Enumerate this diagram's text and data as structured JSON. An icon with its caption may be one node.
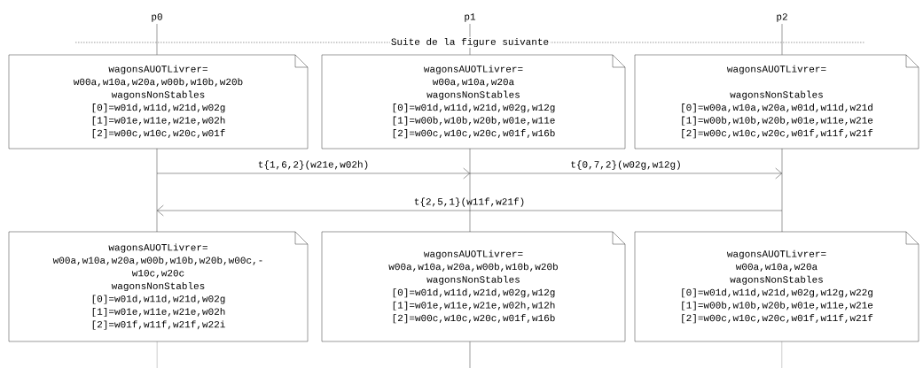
{
  "diagram": {
    "nodes": [
      {
        "text": [
          "p0"
        ]
      },
      {
        "text": [
          "p1"
        ]
      },
      {
        "text": [
          "p2"
        ]
      },
      {
        "text": [
          "wagonsAUOTLivrer=",
          "w00a,w10a,w20a,w00b,w10b,w20b",
          "wagonsNonStables",
          "[0]=w01d,w11d,w21d,w02g",
          "[1]=w01e,w11e,w21e,w02h",
          "[2]=w00c,w10c,w20c,w01f"
        ]
      },
      {
        "text": [
          "wagonsAUOTLivrer=",
          "w00a,w10a,w20a",
          "wagonsNonStables",
          "[0]=w01d,w11d,w21d,w02g,w12g",
          "[1]=w00b,w10b,w20b,w01e,w11e",
          "[2]=w00c,w10c,w20c,w01f,w16b"
        ]
      },
      {
        "text": [
          "wagonsAUOTLivrer=",
          "wagonsNonStables",
          "[0]=w00a,w10a,w20a,w01d,w11d,w21d",
          "[1]=w00b,w10b,w20b,w01e,w11e,w21e",
          "[2]=w00c,w10c,w20c,w01f,w11f,w21f"
        ]
      },
      {
        "text": [
          "wagonsAUOTLivrer=",
          "w00a,w10a,w20a,w00b,w10b,w20b,w00c,-",
          "w10c,w20c",
          "wagonsNonStables",
          "[0]=w01d,w11d,w21d,w02g",
          "[1]=w01e,w11e,w21e,w02h",
          "[2]=w01f,w11f,w21f,w22i"
        ]
      },
      {
        "text": [
          "wagonsAUOTLivrer=",
          "w00a,w10a,w20a,w00b,w10b,w20b",
          "wagonsNonStables",
          "[0]=w01d,w11d,w21d,w02g,w12g",
          "[1]=w01e,w11e,w21e,w02h,w12h",
          "[2]=w00c,w10c,w20c,w01f,w16b"
        ]
      },
      {
        "text": [
          "wagonsAUOTLivrer=",
          "w00a,w10a,w20a",
          "wagonsNonStables",
          "[0]=w01d,w11d,w21d,w02g,w12g,w22g",
          "[1]=w00b,w10b,w20b,w01e,w11e,w21e",
          "[2]=w00c,w10c,w20c,w01f,w11f,w21f"
        ]
      },
      {
        "text": [],
        "shape": "bar"
      },
      {
        "text": [],
        "shape": "bar"
      },
      {
        "text": [],
        "shape": "bar"
      }
    ],
    "edges": [
      {
        "from": 9,
        "to": 10,
        "arrow": "to",
        "label": "t{1,6,2}(w21e,w02h)"
      },
      {
        "from": 10,
        "to": 11,
        "arrow": "to",
        "label": "t{0,7,2}(w02g,w12g)"
      },
      {
        "from": 11,
        "to": 9,
        "arrow": "to",
        "label": "t{2,5,1}(w11f,w21f)"
      },
      {
        "from": 0,
        "to": 3,
        "arrow": "none"
      },
      {
        "from": 6,
        "to": null,
        "arrow": "none"
      },
      {
        "from": 1,
        "to": 4,
        "arrow": "none"
      },
      {
        "from": 7,
        "to": null,
        "arrow": "none"
      },
      {
        "from": 2,
        "to": 5,
        "arrow": "none"
      },
      {
        "from": 8,
        "to": null,
        "arrow": "none"
      }
    ],
    "labels": [
      "Suite de la figure suivante"
    ]
  }
}
